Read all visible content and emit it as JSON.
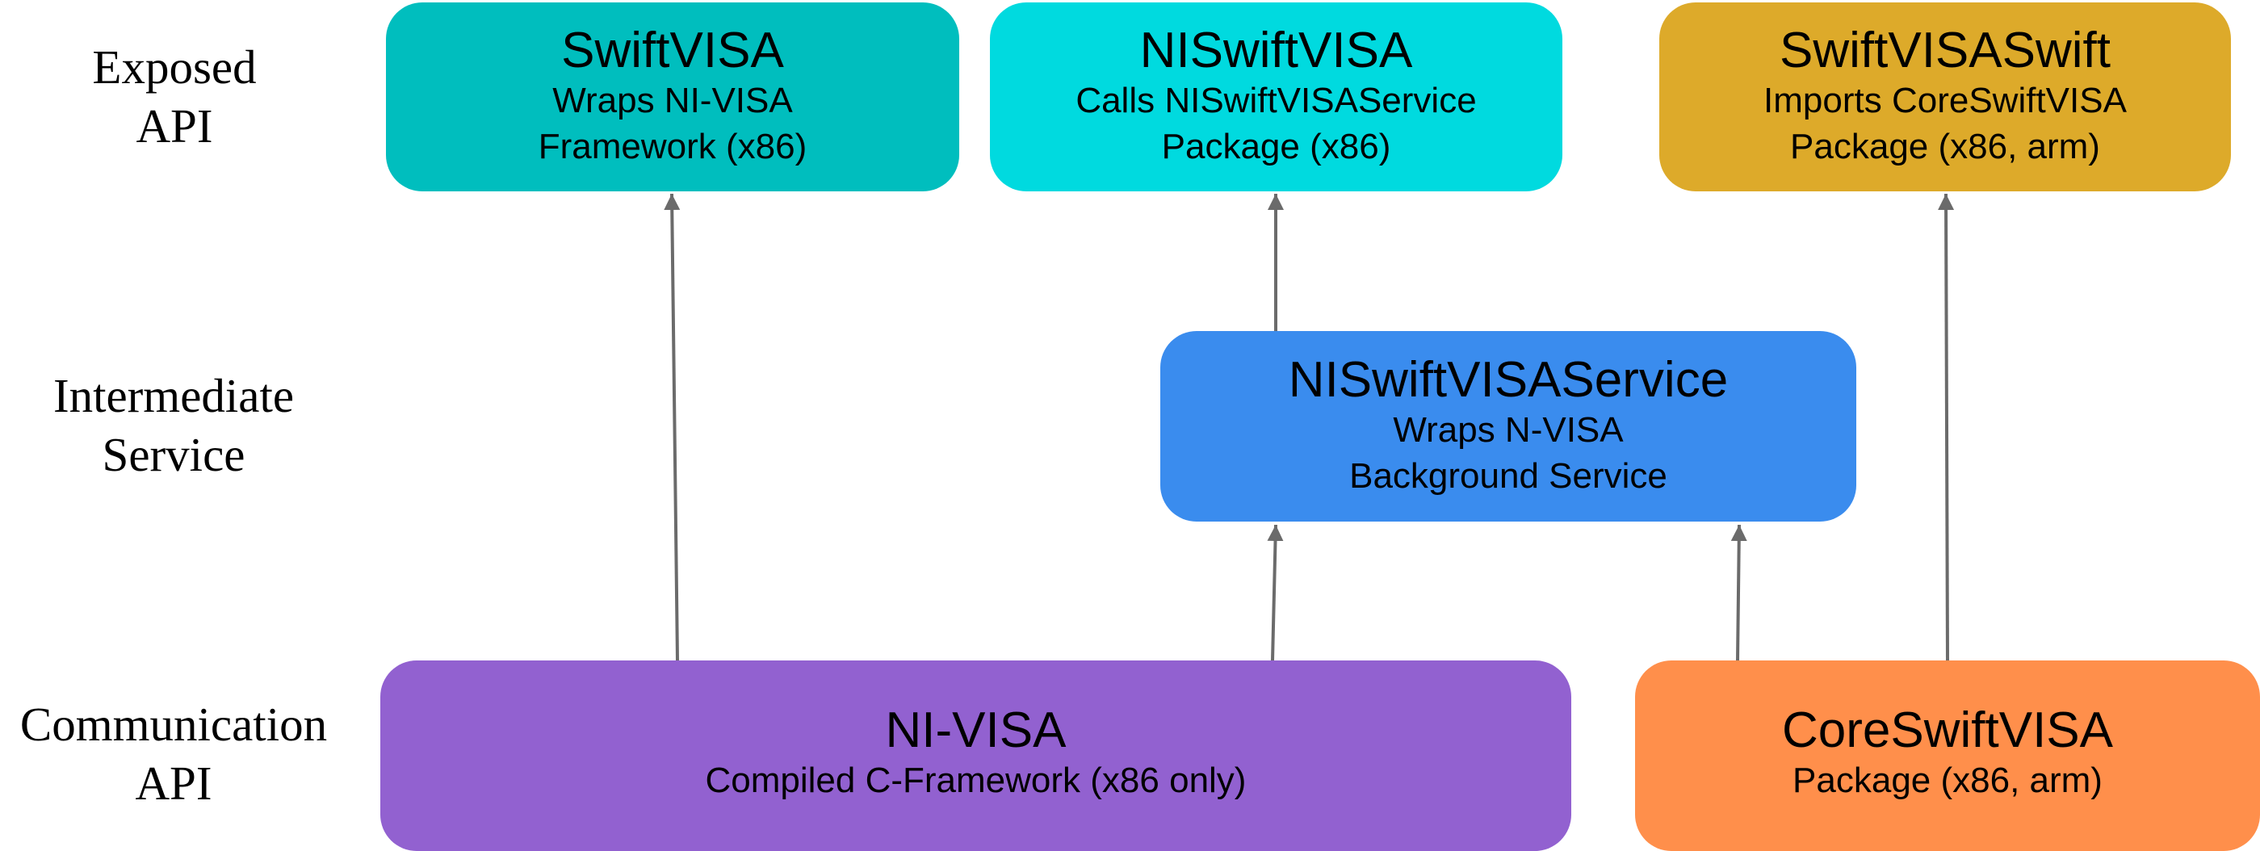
{
  "colors": {
    "swiftvisa": "#00BEBE",
    "niswiftvisa": "#00DADF",
    "swiftvisaswift": "#DDAA2A",
    "service": "#3A8CEE",
    "nivisa": "#9261D0",
    "coreswiftvisa": "#FF8F4B",
    "arrow": "#6B6B6B"
  },
  "layers": {
    "exposed": {
      "line1": "Exposed",
      "line2": "API"
    },
    "intermediate": {
      "line1": "Intermediate",
      "line2": "Service"
    },
    "communication": {
      "line1": "Communication",
      "line2": "API"
    }
  },
  "nodes": {
    "swiftvisa": {
      "title": "SwiftVISA",
      "line1": "Wraps NI-VISA",
      "line2": "Framework (x86)"
    },
    "niswiftvisa": {
      "title": "NISwiftVISA",
      "line1": "Calls NISwiftVISAService",
      "line2": "Package (x86)"
    },
    "swiftvisaswift": {
      "title": "SwiftVISASwift",
      "line1": "Imports CoreSwiftVISA",
      "line2": "Package (x86, arm)"
    },
    "service": {
      "title": "NISwiftVISAService",
      "line1": "Wraps N-VISA",
      "line2": "Background Service"
    },
    "nivisa": {
      "title": "NI-VISA",
      "line1": "Compiled C-Framework (x86 only)"
    },
    "coreswiftvisa": {
      "title": "CoreSwiftVISA",
      "line1": "Package (x86, arm)"
    }
  },
  "edges": [
    {
      "from": "NI-VISA",
      "to": "SwiftVISA"
    },
    {
      "from": "NISwiftVISAService",
      "to": "NISwiftVISA"
    },
    {
      "from": "CoreSwiftVISA",
      "to": "SwiftVISASwift"
    },
    {
      "from": "NI-VISA",
      "to": "NISwiftVISAService"
    },
    {
      "from": "CoreSwiftVISA",
      "to": "NISwiftVISAService"
    }
  ]
}
